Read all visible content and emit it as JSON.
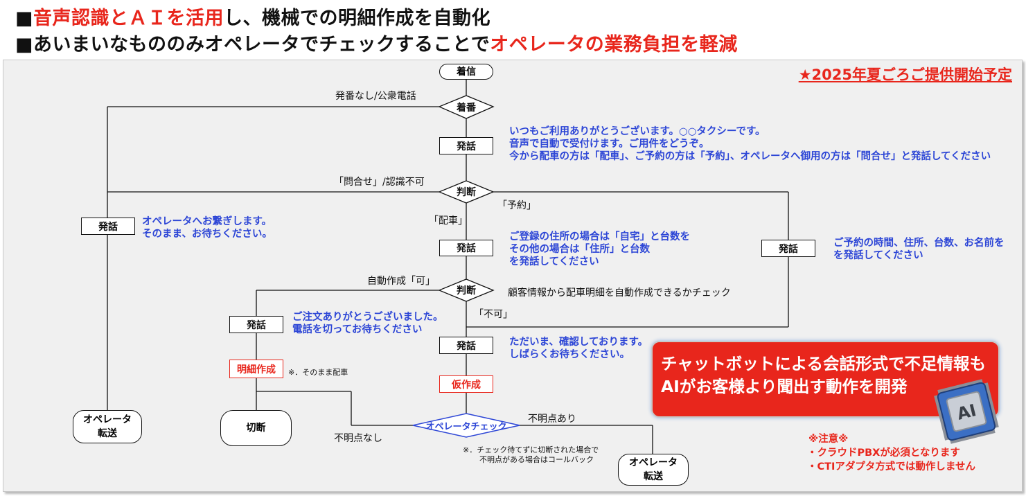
{
  "headings": {
    "line1_red_1": "音声認識とＡＩを活用",
    "line1_rest": "し、機械での明細作成を自動化",
    "line2_prefix": "■",
    "line1_prefix": "■",
    "line2_text": "あいまいなもののみオペレータでチェックすることで",
    "line2_red": "オペレータの業務負担を軽減"
  },
  "release_note": "★2025年夏ごろご提供開始予定",
  "flow": {
    "start": "着信",
    "diamond_incoming": "着番",
    "no_caller_label": "発番なし/公衆電話",
    "speech_box": "発話",
    "greeting": [
      "いつもご利用ありがとうございます。○○タクシーです。",
      "音声で自動で受付けます。ご用件をどうぞ。",
      "今から配車の方は「配車」、ご予約の方は「予約」、オペレータへ御用の方は「問合せ」と発話してください"
    ],
    "diamond_judge": "判断",
    "inquiry_label": "「問合せ」/認識不可",
    "reserve_label": "「予約」",
    "dispatch_label": "「配車」",
    "operator_transfer_msg": [
      "オペレータへお繋ぎします。",
      "そのまま、お待ちください。"
    ],
    "address_msg": [
      "ご登録の住所の場合は「自宅」と台数を",
      "その他の場合は「住所」と台数",
      "を発話してください"
    ],
    "reserve_msg": [
      "ご予約の時間、住所、台数、お名前を",
      "を発話してください"
    ],
    "auto_ok_label": "自動作成「可」",
    "auto_check_text": "顧客情報から配車明細を自動作成できるかチェック",
    "auto_ng_label": "「不可」",
    "thanks_msg": [
      "ご注文ありがとうございました。",
      "電話を切ってお待ちください"
    ],
    "confirm_msg": [
      "ただいま、確認しております。",
      "しばらくお待ちください。"
    ],
    "detail_box": "明細作成",
    "detail_note": "※．そのまま配車",
    "provisional_box": "仮作成",
    "operator_check": "オペレータチェック",
    "unclear_yes": "不明点あり",
    "unclear_no": "不明点なし",
    "operator_transfer": [
      "オペレータ",
      "転送"
    ],
    "hangup": "切断",
    "callback_note": [
      "※．チェック待てずに切断された場合で",
      "不明点がある場合はコールバック"
    ]
  },
  "promo": [
    "チャットボットによる会話形式で不足情報も",
    "AIがお客様より聞出す動作を開発"
  ],
  "chip_label": "AI",
  "notes": [
    "※注意※",
    "・クラウドPBXが必須となります",
    "・CTIアダプタ方式では動作しません"
  ],
  "colors": {
    "accent_red": "#e8261c",
    "speech_blue": "#2d46d6",
    "panel_bg": "#f0f0f0"
  }
}
